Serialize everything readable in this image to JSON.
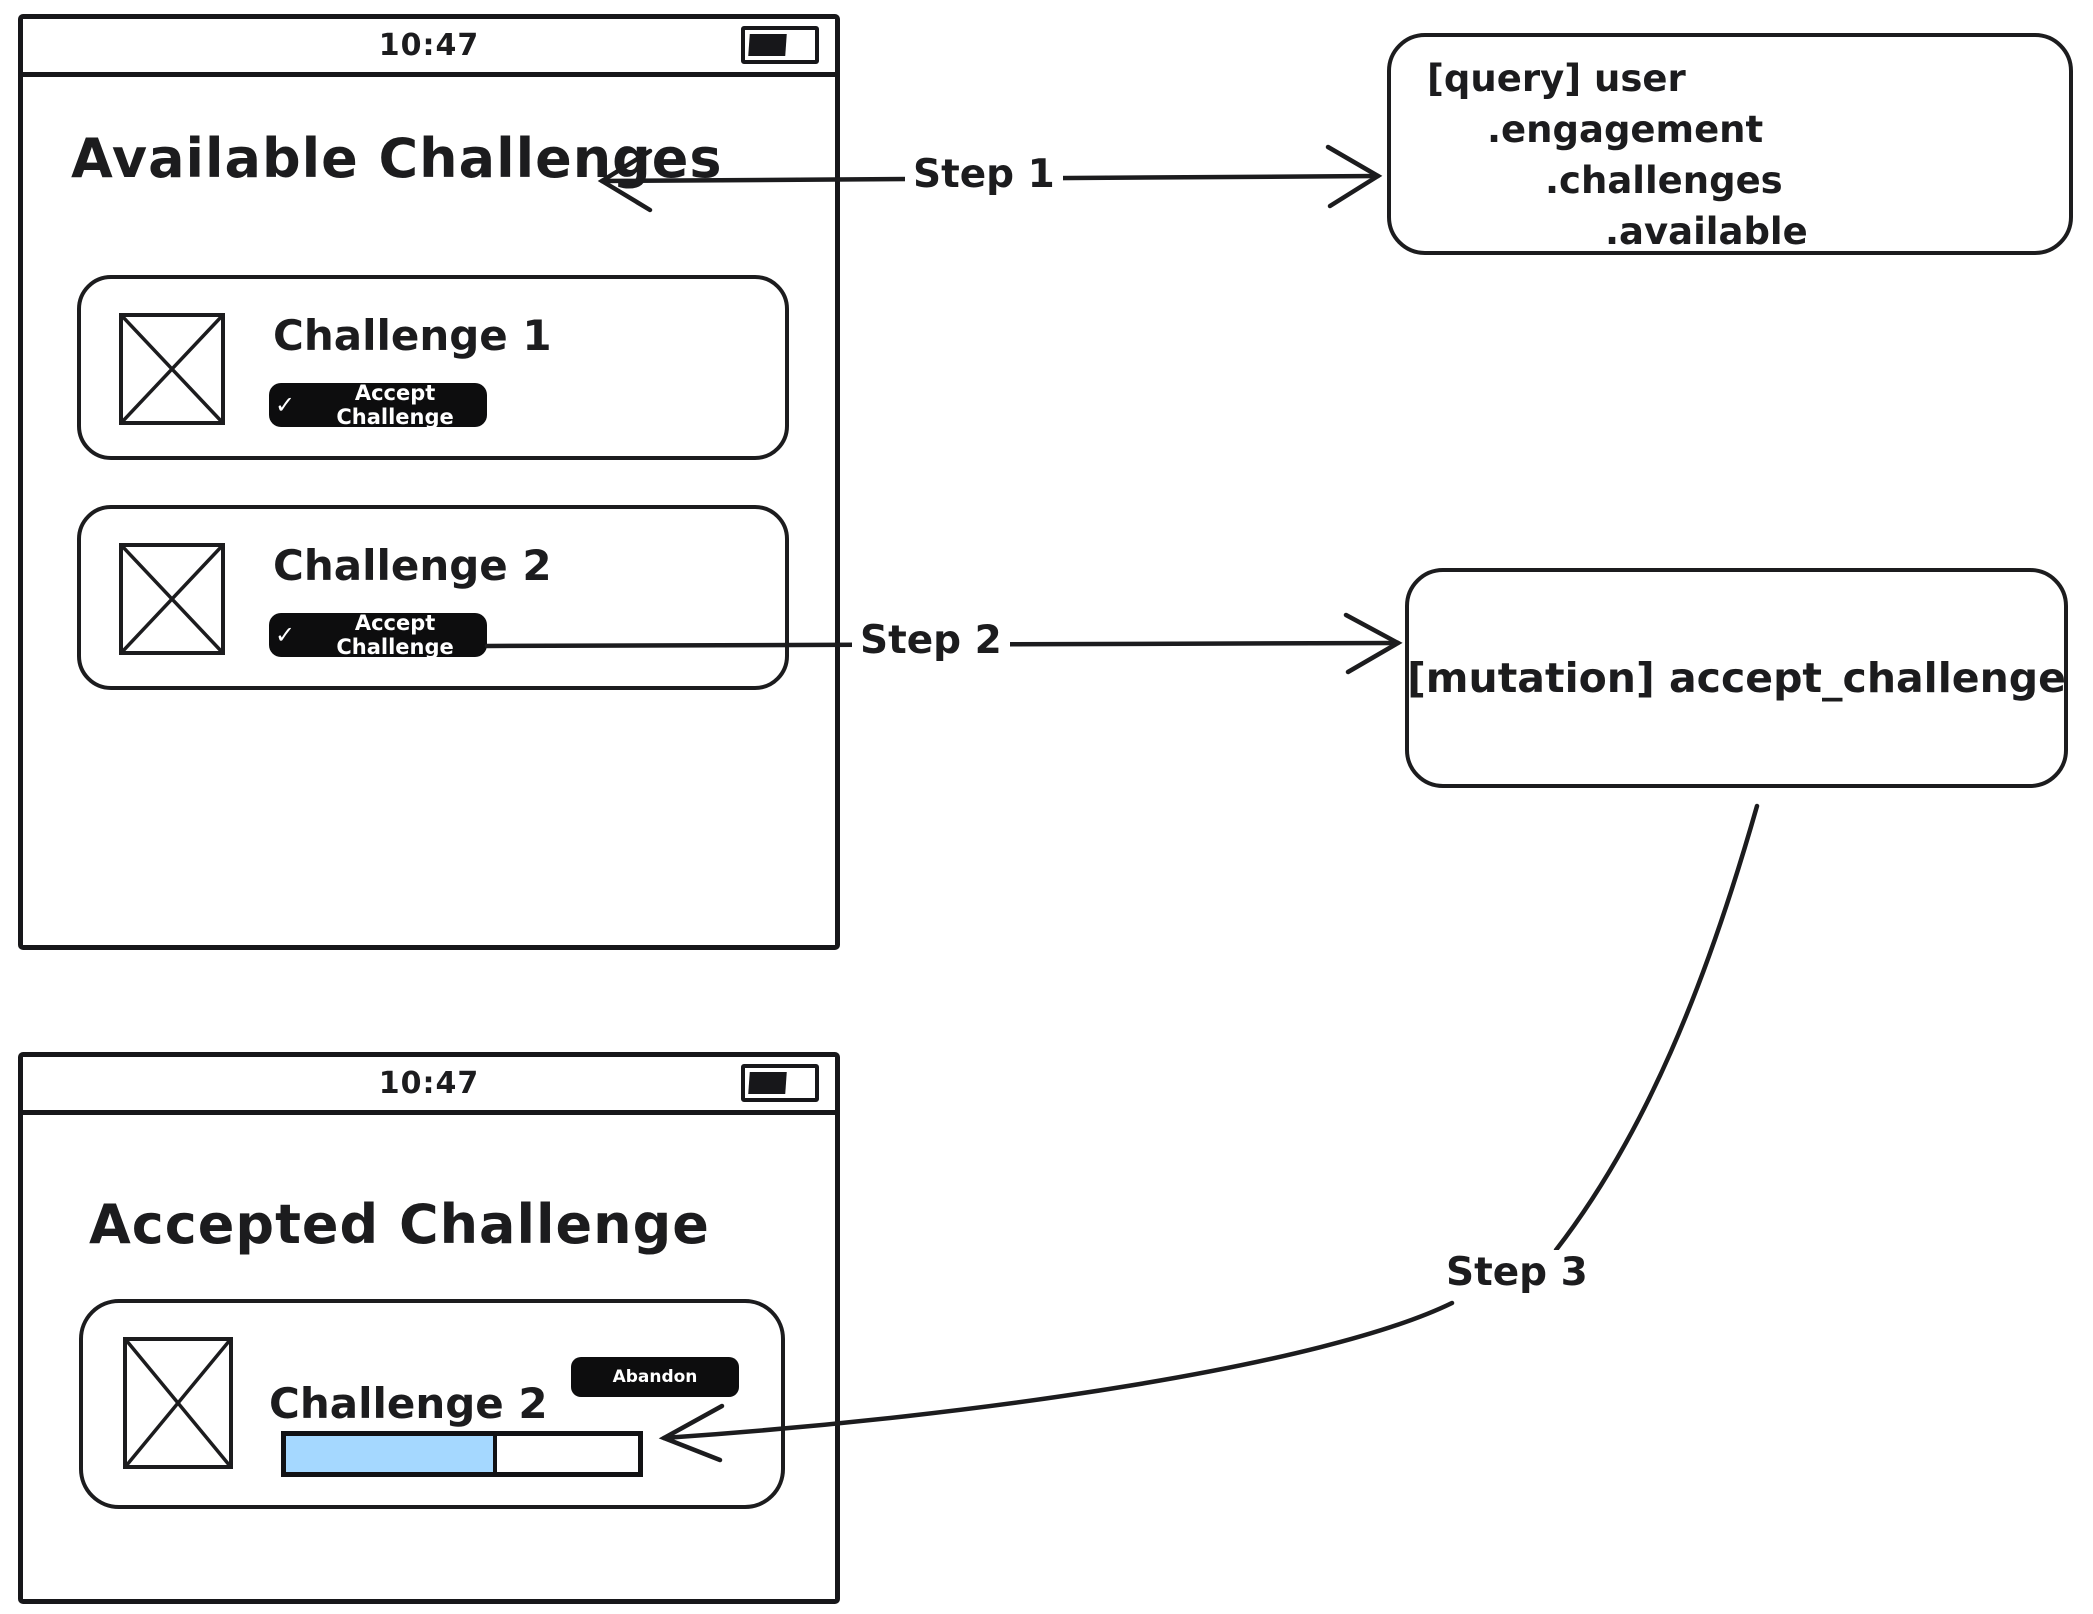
{
  "colors": {
    "ink": "#1c1c1e",
    "button_bg": "#0d0d0e",
    "button_text": "#ffffff",
    "progress_fill": "#a5d8ff"
  },
  "screens": {
    "available": {
      "time": "10:47",
      "battery_fill_percent": 60,
      "title": "Available Challenges",
      "cards": [
        {
          "title": "Challenge 1",
          "accept_icon": "✓",
          "accept_label": "Accept Challenge"
        },
        {
          "title": "Challenge 2",
          "accept_icon": "✓",
          "accept_label": "Accept Challenge"
        }
      ]
    },
    "accepted": {
      "time": "10:47",
      "battery_fill_percent": 60,
      "title": "Accepted Challenge",
      "card": {
        "title": "Challenge 2",
        "abandon_label": "Abandon",
        "progress_percent": 60
      }
    }
  },
  "api": {
    "query": {
      "lines": [
        "[query] user",
        ".engagement",
        ".challenges",
        ".available"
      ]
    },
    "mutation": {
      "label": "[mutation] accept_challenge"
    }
  },
  "steps": {
    "step1": "Step 1",
    "step2": "Step 2",
    "step3": "Step 3"
  }
}
